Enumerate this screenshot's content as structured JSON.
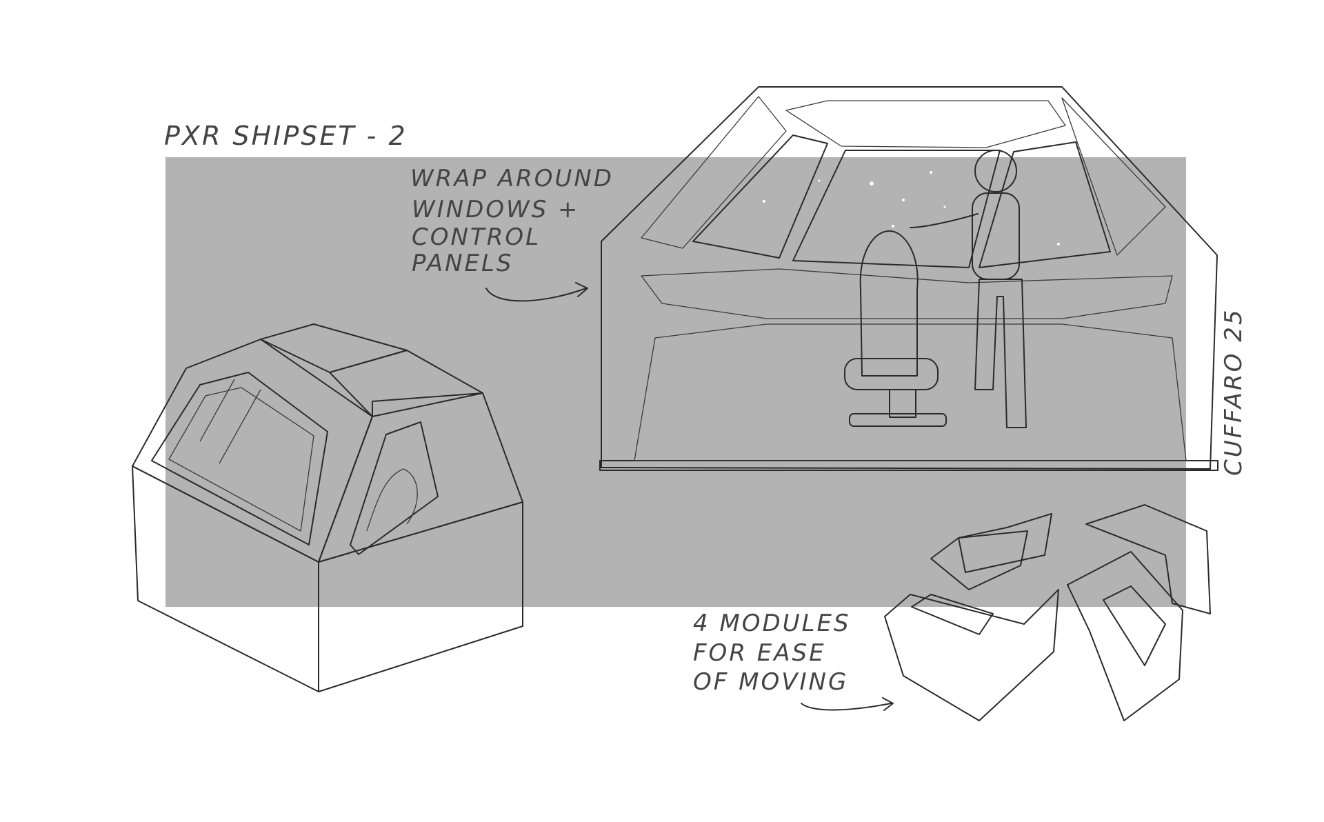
{
  "title": "PXR SHIPSET - 2",
  "annotations": {
    "windows_note": [
      "WRAP AROUND",
      "WINDOWS +",
      "CONTROL",
      "PANELS"
    ],
    "modules_note": [
      "4 MODULES",
      "FOR EASE",
      "OF MOVING"
    ]
  },
  "signature": "CUFFARO 25",
  "colors": {
    "backdrop": "#b3b3b3",
    "ink": "#2a2a2a",
    "panel": "#f6f6f6",
    "space": "#050505"
  }
}
